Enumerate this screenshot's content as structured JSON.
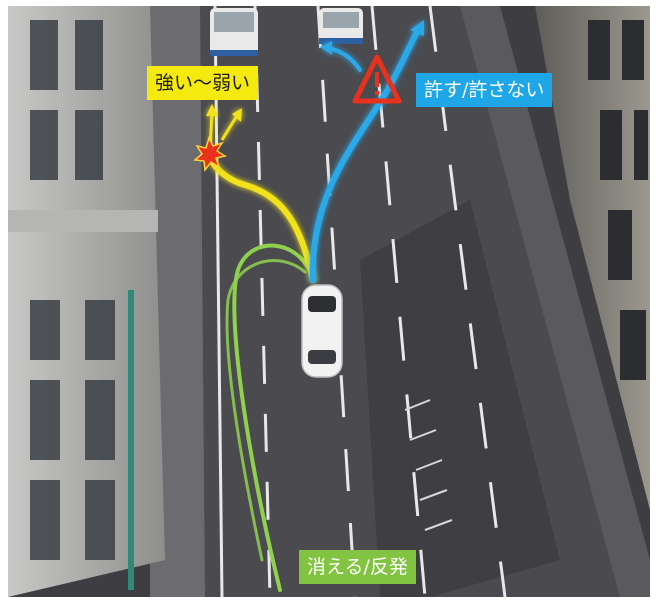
{
  "labels": {
    "strength": "強い～弱い",
    "permission": "許す/許さない",
    "disappear": "消える/反発"
  },
  "colors": {
    "yellow_path": "#f2e21a",
    "blue_path": "#2aa8e8",
    "green_path": "#8fd14f",
    "warning_triangle": "#e8321e",
    "collision_burst": "#e8321e",
    "road": "#4a4a4f",
    "lane_marking": "#f0f0f0",
    "car": "#f2f2f2"
  },
  "icons": {
    "warning": "warning-triangle-icon",
    "collision": "collision-burst-icon"
  }
}
